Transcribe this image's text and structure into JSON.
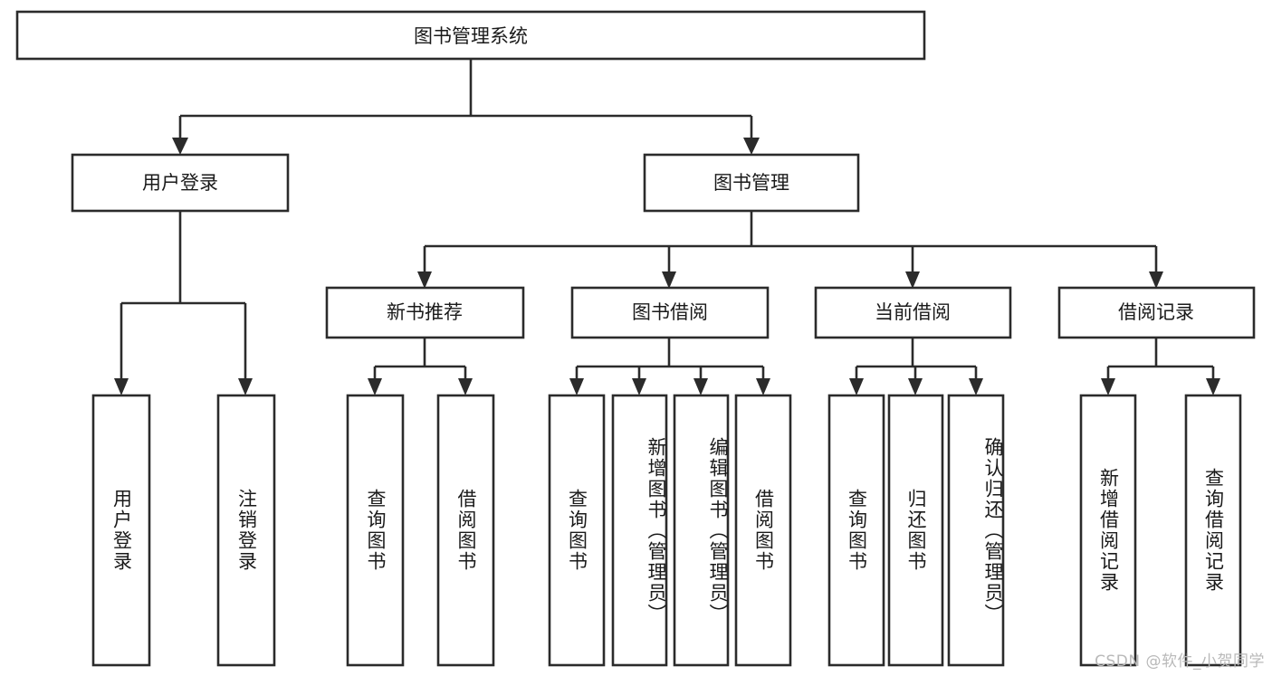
{
  "diagram": {
    "type": "tree-hierarchy-chart",
    "title": "图书管理系统",
    "root": {
      "id": "root",
      "label": "图书管理系统",
      "orientation": "horizontal"
    },
    "level2": [
      {
        "id": "user-login",
        "label": "用户登录",
        "orientation": "horizontal"
      },
      {
        "id": "book-manage",
        "label": "图书管理",
        "orientation": "horizontal"
      }
    ],
    "level3": [
      {
        "id": "new-book-rec",
        "label": "新书推荐",
        "orientation": "horizontal",
        "parent": "book-manage"
      },
      {
        "id": "book-borrow",
        "label": "图书借阅",
        "orientation": "horizontal",
        "parent": "book-manage"
      },
      {
        "id": "current-borrow",
        "label": "当前借阅",
        "orientation": "horizontal",
        "parent": "book-manage"
      },
      {
        "id": "borrow-record",
        "label": "借阅记录",
        "orientation": "horizontal",
        "parent": "book-manage"
      }
    ],
    "leaves": [
      {
        "id": "leaf-user-login",
        "label": "用户登录",
        "orientation": "vertical",
        "parent": "user-login"
      },
      {
        "id": "leaf-user-logout",
        "label": "注销登录",
        "orientation": "vertical",
        "parent": "user-login"
      },
      {
        "id": "leaf-query-book-1",
        "label": "查询图书",
        "orientation": "vertical",
        "parent": "new-book-rec"
      },
      {
        "id": "leaf-borrow-book-1",
        "label": "借阅图书",
        "orientation": "vertical",
        "parent": "new-book-rec"
      },
      {
        "id": "leaf-query-book-2",
        "label": "查询图书",
        "orientation": "vertical",
        "parent": "book-borrow"
      },
      {
        "id": "leaf-add-book",
        "label": "新增图书（管理员）",
        "orientation": "vertical",
        "parent": "book-borrow"
      },
      {
        "id": "leaf-edit-book",
        "label": "编辑图书（管理员）",
        "orientation": "vertical",
        "parent": "book-borrow"
      },
      {
        "id": "leaf-borrow-book-2",
        "label": "借阅图书",
        "orientation": "vertical",
        "parent": "book-borrow"
      },
      {
        "id": "leaf-query-book-3",
        "label": "查询图书",
        "orientation": "vertical",
        "parent": "current-borrow"
      },
      {
        "id": "leaf-return-book",
        "label": "归还图书",
        "orientation": "vertical",
        "parent": "current-borrow"
      },
      {
        "id": "leaf-confirm-return",
        "label": "确认归还（管理员）",
        "orientation": "vertical",
        "parent": "current-borrow"
      },
      {
        "id": "leaf-add-record",
        "label": "新增借阅记录",
        "orientation": "vertical",
        "parent": "borrow-record"
      },
      {
        "id": "leaf-query-record",
        "label": "查询借阅记录",
        "orientation": "vertical",
        "parent": "borrow-record"
      }
    ],
    "colors": {
      "background": "#ffffff",
      "box_fill": "#ffffff",
      "box_stroke": "#2b2b2b",
      "text": "#1a1a1a",
      "watermark": "#b9b9b9"
    }
  },
  "watermark": {
    "text": "CSDN @软件_小贺同学"
  }
}
